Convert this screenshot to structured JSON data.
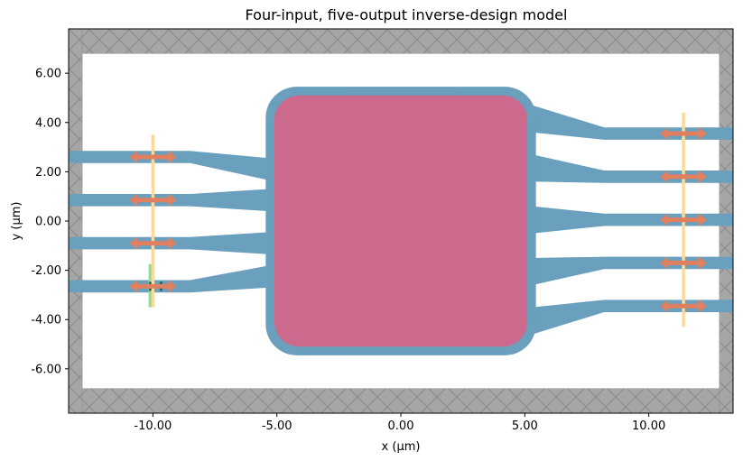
{
  "chart_data": {
    "type": "diagram-plot",
    "title": "Four-input, five-output inverse-design model",
    "xlabel": "x (µm)",
    "ylabel": "y (µm)",
    "xlim": [
      -13.4,
      13.4
    ],
    "ylim": [
      -7.8,
      7.8
    ],
    "xticks": [
      -10,
      -5,
      0,
      5,
      10
    ],
    "yticks": [
      -6,
      -4,
      -2,
      0,
      2,
      4,
      6
    ],
    "xtick_labels": [
      "-10.00",
      "-5.00",
      "0.00",
      "5.00",
      "10.00"
    ],
    "ytick_labels": [
      "-6.00",
      "-4.00",
      "-2.00",
      "0.00",
      "2.00",
      "4.00",
      "6.00"
    ],
    "pml_thickness": 1.0,
    "design_region": {
      "x": [
        -5.1,
        5.1
      ],
      "y": [
        -5.1,
        5.1
      ],
      "corner_radius": 1.0,
      "color": "#cc6a8e"
    },
    "cladding_color": "#6a9fbd",
    "input_waveguides_y": [
      2.6,
      0.85,
      -0.9,
      -2.65
    ],
    "output_waveguides_y": [
      3.55,
      1.8,
      0.05,
      -1.7,
      -3.45
    ],
    "input_monitor": {
      "x": -10.0,
      "y_range": [
        -3.5,
        3.5
      ],
      "color": "#fcd99a"
    },
    "output_monitor": {
      "x": 11.4,
      "y_range": [
        -4.3,
        4.4
      ],
      "color": "#fcd99a"
    },
    "source": {
      "x": -10.0,
      "y": -2.65,
      "y_range": [
        -3.5,
        -1.75
      ],
      "color": "#90df90"
    },
    "mode_arrow_color": "#e08060",
    "pml_color": "#a6a6a6"
  }
}
